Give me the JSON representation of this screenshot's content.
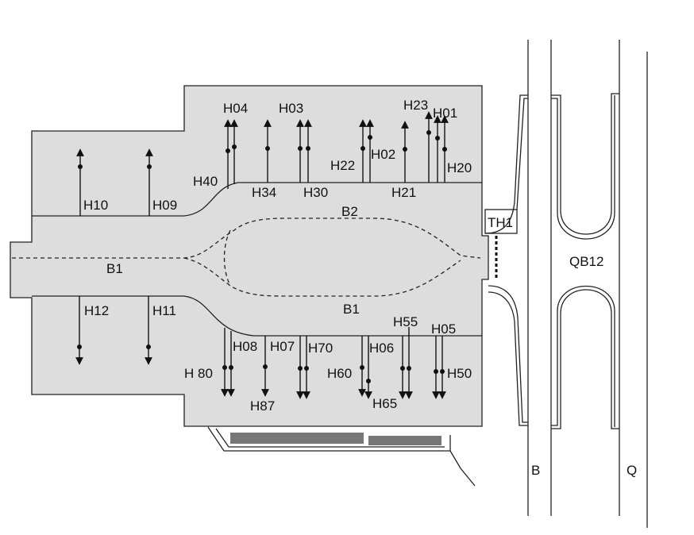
{
  "colors": {
    "floor": "#dddddd",
    "line": "#222222",
    "platform": "#777777"
  },
  "labels": {
    "H04": "H04",
    "H03": "H03",
    "H23": "H23",
    "H01": "H01",
    "H40": "H40",
    "H34": "H34",
    "H30": "H30",
    "H22": "H22",
    "H02": "H02",
    "H21": "H21",
    "H20": "H20",
    "H10": "H10",
    "H09": "H09",
    "B2": "B2",
    "TH1": "TH1",
    "B1_left": "B1",
    "B1_center": "B1",
    "QB12": "QB12",
    "H12": "H12",
    "H11": "H11",
    "H55": "H55",
    "H05": "H05",
    "H08": "H08",
    "H07": "H07",
    "H70": "H70",
    "H06": "H06",
    "H80": "H 80",
    "H60": "H60",
    "H50": "H50",
    "H87": "H87",
    "H65": "H65",
    "B": "B",
    "Q": "Q"
  }
}
